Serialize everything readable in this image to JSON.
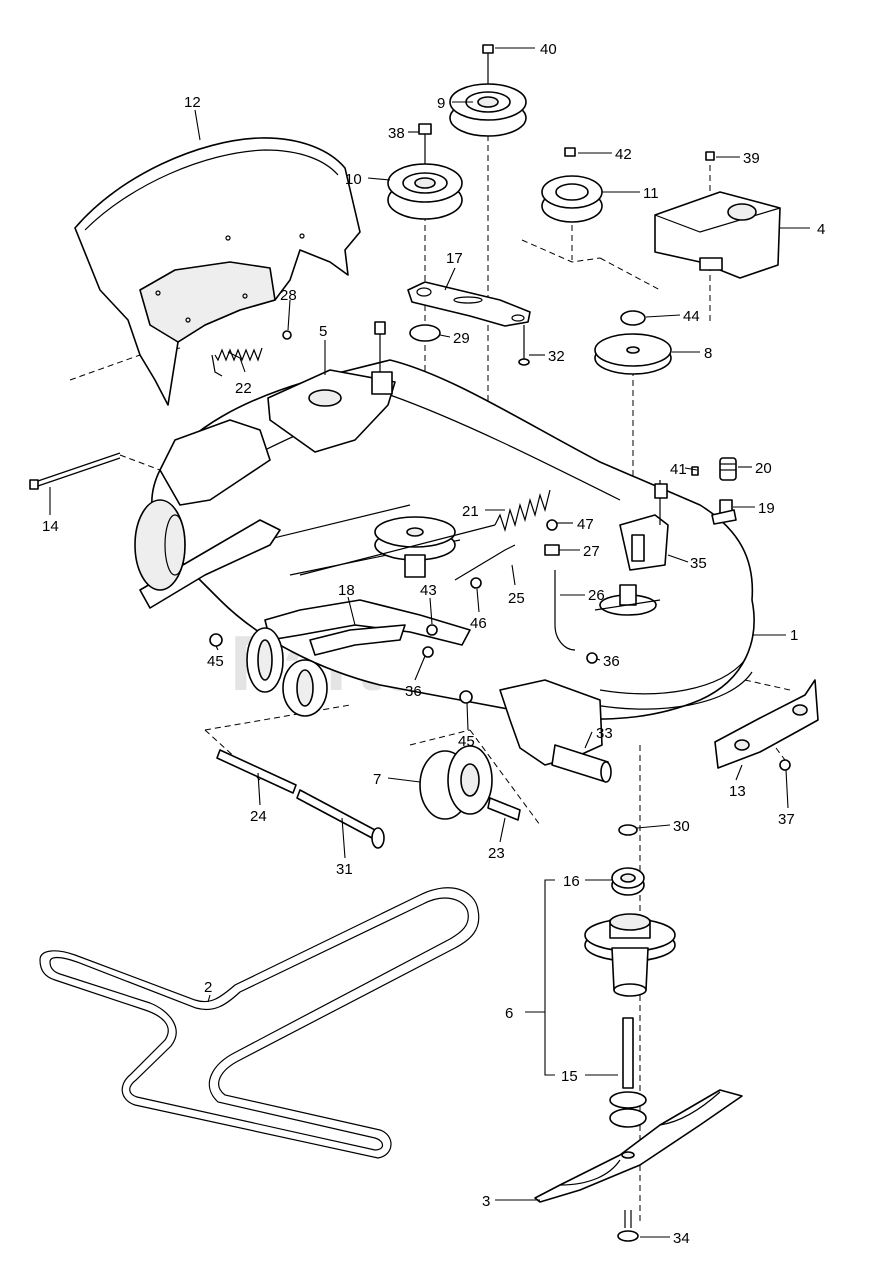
{
  "watermark": "PartsTree",
  "callouts": [
    {
      "id": "c1",
      "label": "1"
    },
    {
      "id": "c2",
      "label": "2"
    },
    {
      "id": "c3",
      "label": "3"
    },
    {
      "id": "c4",
      "label": "4"
    },
    {
      "id": "c5",
      "label": "5"
    },
    {
      "id": "c6",
      "label": "6"
    },
    {
      "id": "c7",
      "label": "7"
    },
    {
      "id": "c8",
      "label": "8"
    },
    {
      "id": "c9",
      "label": "9"
    },
    {
      "id": "c10",
      "label": "10"
    },
    {
      "id": "c11",
      "label": "11"
    },
    {
      "id": "c12",
      "label": "12"
    },
    {
      "id": "c13",
      "label": "13"
    },
    {
      "id": "c14",
      "label": "14"
    },
    {
      "id": "c15",
      "label": "15"
    },
    {
      "id": "c16",
      "label": "16"
    },
    {
      "id": "c17",
      "label": "17"
    },
    {
      "id": "c18",
      "label": "18"
    },
    {
      "id": "c19",
      "label": "19"
    },
    {
      "id": "c20",
      "label": "20"
    },
    {
      "id": "c21",
      "label": "21"
    },
    {
      "id": "c22",
      "label": "22"
    },
    {
      "id": "c23",
      "label": "23"
    },
    {
      "id": "c24",
      "label": "24"
    },
    {
      "id": "c25",
      "label": "25"
    },
    {
      "id": "c26",
      "label": "26"
    },
    {
      "id": "c27",
      "label": "27"
    },
    {
      "id": "c28",
      "label": "28"
    },
    {
      "id": "c29",
      "label": "29"
    },
    {
      "id": "c30",
      "label": "30"
    },
    {
      "id": "c31",
      "label": "31"
    },
    {
      "id": "c32",
      "label": "32"
    },
    {
      "id": "c33",
      "label": "33"
    },
    {
      "id": "c34",
      "label": "34"
    },
    {
      "id": "c35",
      "label": "35"
    },
    {
      "id": "c36a",
      "label": "36"
    },
    {
      "id": "c36b",
      "label": "36"
    },
    {
      "id": "c37",
      "label": "37"
    },
    {
      "id": "c38",
      "label": "38"
    },
    {
      "id": "c39",
      "label": "39"
    },
    {
      "id": "c40",
      "label": "40"
    },
    {
      "id": "c41",
      "label": "41"
    },
    {
      "id": "c42",
      "label": "42"
    },
    {
      "id": "c43",
      "label": "43"
    },
    {
      "id": "c44",
      "label": "44"
    },
    {
      "id": "c45a",
      "label": "45"
    },
    {
      "id": "c45b",
      "label": "45"
    },
    {
      "id": "c46",
      "label": "46"
    },
    {
      "id": "c47",
      "label": "47"
    }
  ]
}
